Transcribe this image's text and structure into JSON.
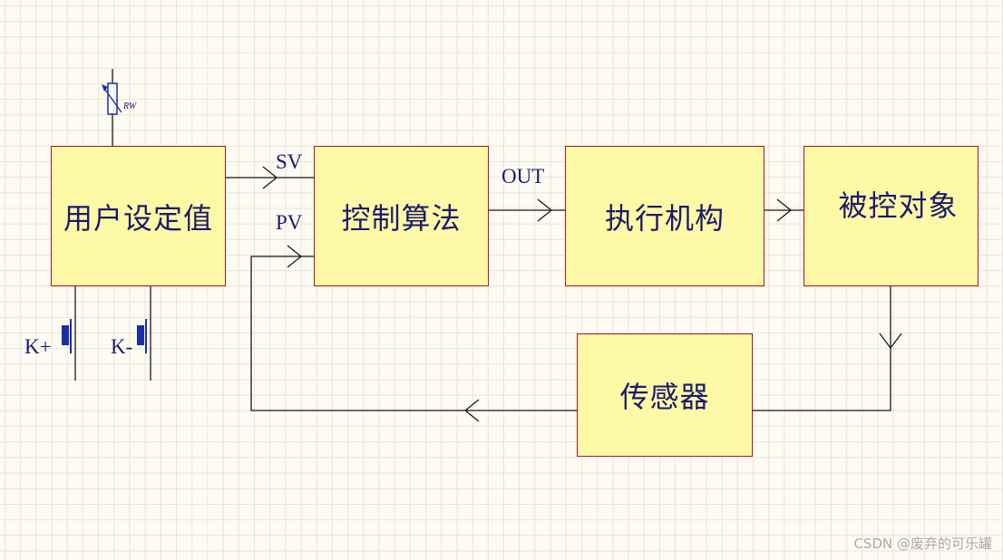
{
  "blocks": {
    "user_setpoint": "用户设定值",
    "control_algorithm": "控制算法",
    "actuator": "执行机构",
    "controlled_object": "被控对象",
    "sensor": "传感器"
  },
  "signals": {
    "sv": "SV",
    "pv": "PV",
    "out": "OUT"
  },
  "components": {
    "potentiometer": "RW",
    "key_plus": "K+",
    "key_minus": "K-"
  },
  "colors": {
    "block_fill": "#fdf9a6",
    "block_border": "#a8181c",
    "wire": "#1a1a1a",
    "text": "#1c1a6e",
    "component": "#1a2fa8"
  },
  "watermark": "CSDN @废弃的可乐罐"
}
